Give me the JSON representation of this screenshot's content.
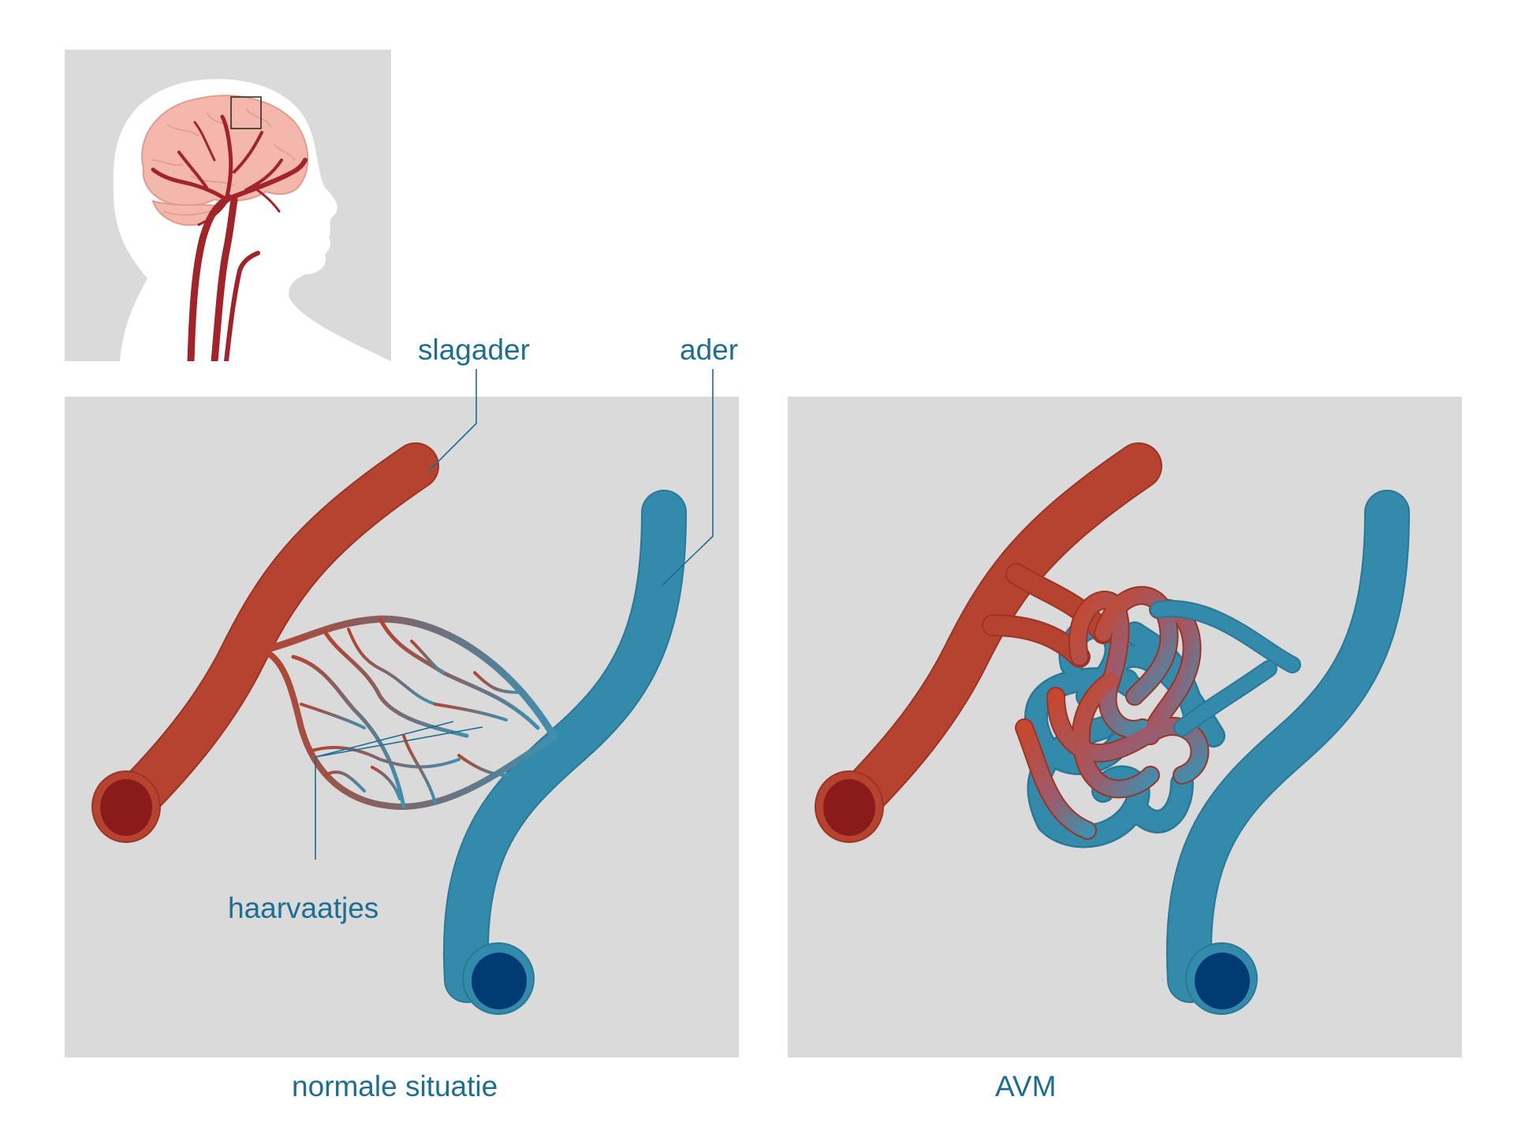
{
  "labels": {
    "artery": "slagader",
    "vein": "ader",
    "capillaries": "haarvaatjes"
  },
  "captions": {
    "normal": "normale situatie",
    "avm": "AVM"
  },
  "colors": {
    "artery": "#b5432f",
    "artery_dark": "#8b1a1a",
    "vein": "#348aab",
    "vein_dark": "#003b73",
    "label_text": "#1d6e91",
    "panel_bg": "#dadada",
    "brain": "#f4b7ab",
    "head_silhouette": "#ffffff"
  }
}
